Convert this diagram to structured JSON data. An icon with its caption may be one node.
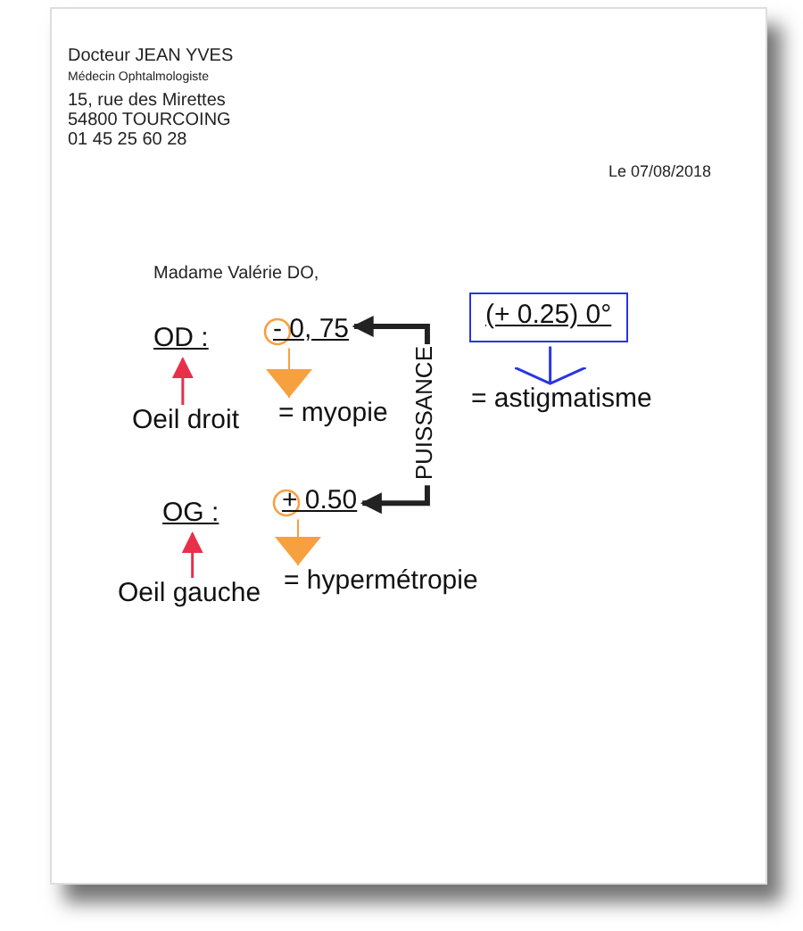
{
  "diagram": {
    "nodes": [
      {
        "text": [
          "OD :"
        ]
      },
      {
        "text": [
          "- 0, 75"
        ]
      },
      {
        "text": [
          "(+ 0.25) 0°"
        ]
      },
      {
        "text": [
          "Oeil droit"
        ]
      },
      {
        "text": [
          "= myopie"
        ]
      },
      {
        "text": [
          "= astigmatisme"
        ]
      },
      {
        "text": [
          "PUISSANCE"
        ]
      },
      {
        "text": [
          "OG :"
        ]
      },
      {
        "text": [
          "+ 0.50"
        ]
      },
      {
        "text": [
          "Oeil gauche"
        ]
      },
      {
        "text": [
          "= hypermétropie"
        ]
      }
    ],
    "edges": [
      {
        "from": 3,
        "to": 0,
        "arrow": "to",
        "color": "#e8304a"
      },
      {
        "from": 1,
        "to": 4,
        "arrow": "to",
        "color": "#f7a040"
      },
      {
        "from": 2,
        "to": 5,
        "arrow": "to",
        "color": "#2a35e0"
      },
      {
        "from": 6,
        "to": 1,
        "arrow": "to",
        "style": "thick",
        "color": "#222222"
      },
      {
        "from": 6,
        "to": 8,
        "arrow": "to",
        "style": "thick",
        "color": "#222222"
      },
      {
        "from": 8,
        "to": 10,
        "arrow": "to",
        "color": "#f7a040"
      },
      {
        "from": 9,
        "to": 7,
        "arrow": "to",
        "color": "#e8304a"
      }
    ],
    "labels": [
      "Docteur  JEAN YVES",
      "Médecin Ophtalmologiste",
      "15, rue des Mirettes",
      "54800 TOURCOING",
      "01 45 25 60 28",
      "Le 07/08/2018",
      "Madame Valérie DO,"
    ]
  }
}
